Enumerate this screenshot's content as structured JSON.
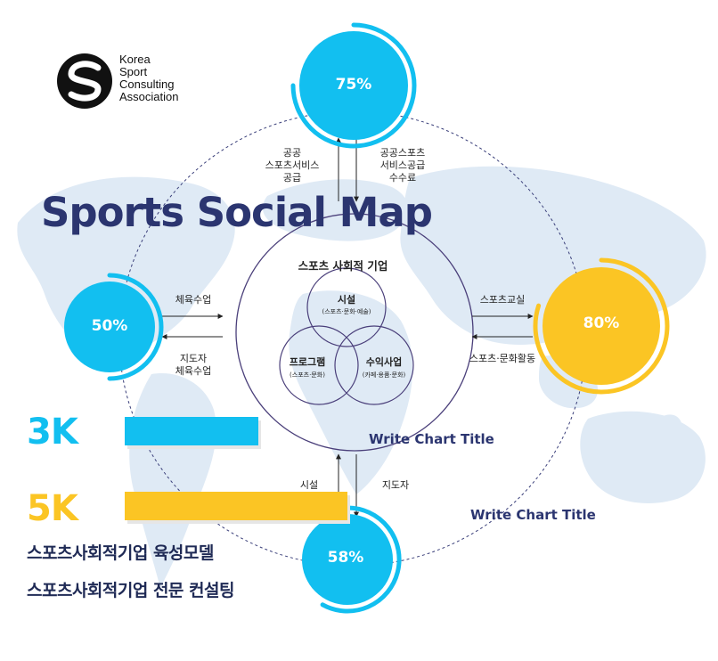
{
  "logo": {
    "lines": [
      "Korea",
      "Sport",
      "Consulting",
      "Association"
    ],
    "icon": "s-swirl-logo-icon"
  },
  "title": "Sports Social Map",
  "nodes": {
    "top": {
      "percent": "75%",
      "value": 0.75,
      "color": "#12bff0"
    },
    "left": {
      "percent": "50%",
      "value": 0.5,
      "color": "#12bff0"
    },
    "right": {
      "percent": "80%",
      "value": 0.8,
      "color": "#fbc524"
    },
    "bottom": {
      "percent": "58%",
      "value": 0.58,
      "color": "#12bff0"
    }
  },
  "arrows": {
    "top_down": [
      "공공",
      "스포츠서비스",
      "공급"
    ],
    "top_up": [
      "공공스포츠",
      "서비스공급",
      "수수료"
    ],
    "left_in": "체육수업",
    "left_out": [
      "지도자",
      "체육수업"
    ],
    "right_in": "스포츠교실",
    "right_out": "스포츠·문화활동",
    "bottom_up": "시설",
    "bottom_down": "지도자"
  },
  "core": {
    "title": "스포츠 사회적 기업",
    "facility": {
      "title": "시설",
      "sub": "(스포츠·문화·예술)"
    },
    "program": {
      "title": "프로그램",
      "sub": "(스포츠·문화)"
    },
    "revenue": {
      "title": "수익사업",
      "sub": "(카페·용품·문화)"
    }
  },
  "chart_data": {
    "type": "bar",
    "categories": [
      "3K",
      "5K"
    ],
    "values": [
      3,
      5
    ],
    "colors": [
      "#12bff0",
      "#fbc524"
    ],
    "titles": [
      "Write Chart Title",
      "Write Chart Title"
    ]
  },
  "bottom_text": [
    "스포츠사회적기업 육성모델",
    "스포츠사회적기업 전문 컨설팅"
  ],
  "colors": {
    "navy": "#2b3570",
    "cyan": "#12bff0",
    "yellow": "#fbc524",
    "map": "#dfeaf5"
  }
}
